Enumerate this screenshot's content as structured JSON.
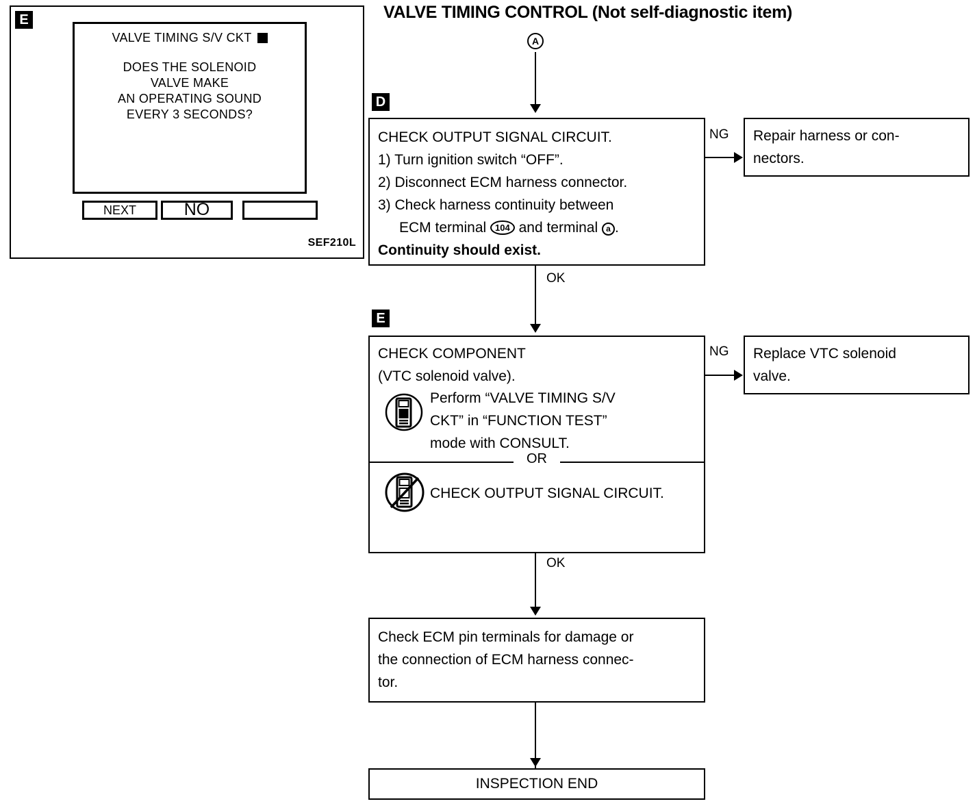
{
  "title": "VALVE TIMING CONTROL (Not self-diagnostic item)",
  "figure_code": "SEF210L",
  "consult_screen": {
    "marker": "E",
    "screen_title": "VALVE TIMING S/V CKT",
    "question_lines": [
      "DOES THE SOLENOID",
      "VALVE MAKE",
      "AN OPERATING SOUND",
      "EVERY 3 SECONDS?"
    ],
    "buttons": [
      "NEXT",
      "NO",
      ""
    ]
  },
  "flow": {
    "entry_ref": "A",
    "step_d": {
      "marker": "D",
      "heading": "CHECK OUTPUT SIGNAL CIRCUIT.",
      "steps": [
        "1) Turn ignition switch “OFF”.",
        "2) Disconnect ECM harness connector.",
        "3) Check harness continuity between"
      ],
      "continuity_pre": "ECM terminal",
      "terminal_ecm": "104",
      "continuity_mid": "and terminal",
      "terminal_other": "a",
      "continuity_post": ".",
      "result_bold": "Continuity should exist.",
      "ng_label": "NG",
      "ok_label": "OK",
      "ng_box": "Repair harness or con-\nnectors.",
      "ng_box_lines": [
        "Repair harness or con-",
        "nectors."
      ]
    },
    "step_e": {
      "marker": "E",
      "heading": "CHECK COMPONENT",
      "subheading": "(VTC solenoid valve).",
      "consult_icon": "consult-tool-icon",
      "consult_lines": [
        "Perform “VALVE TIMING S/V",
        "CKT” in “FUNCTION TEST”",
        "mode with CONSULT."
      ],
      "or_label": "OR",
      "no_consult_icon": "no-consult-tool-icon",
      "no_consult_text": "CHECK OUTPUT SIGNAL CIRCUIT.",
      "ng_label": "NG",
      "ok_label": "OK",
      "ng_box_lines": [
        "Replace VTC solenoid",
        "valve."
      ]
    },
    "step_pin": {
      "lines": [
        "Check ECM pin terminals for damage or",
        "the connection of ECM harness connec-",
        "tor."
      ]
    },
    "end": {
      "label": "INSPECTION END"
    }
  },
  "colors": {
    "ink": "#000000",
    "paper": "#ffffff"
  }
}
